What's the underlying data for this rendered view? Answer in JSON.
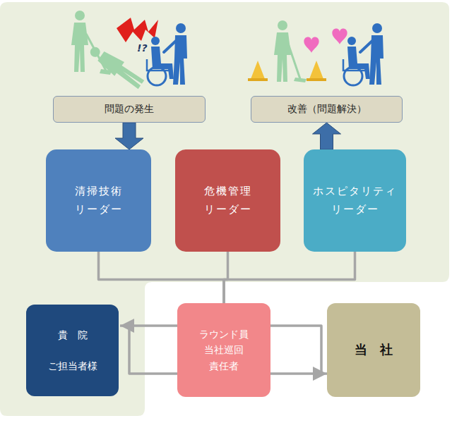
{
  "diagram": {
    "nodes": [
      {
        "text": [
          "問題の発生"
        ]
      },
      {
        "text": [
          "改善（問題解決）"
        ]
      },
      {
        "text": [
          "清掃技術 リーダー"
        ]
      },
      {
        "text": [
          "危機管理 リーダー"
        ]
      },
      {
        "text": [
          "ホスピタリティ リーダー"
        ]
      },
      {
        "text": [
          "貴　院",
          "ご担当者様"
        ]
      },
      {
        "text": [
          "ラウンド員 当社巡回 責任者"
        ]
      },
      {
        "text": [
          "当　社"
        ]
      }
    ],
    "edges": [
      {
        "from": 0,
        "to": 2,
        "arrow": "to"
      },
      {
        "from": 4,
        "to": 1,
        "arrow": "to"
      },
      {
        "from": 2,
        "to": 6,
        "arrow": "none"
      },
      {
        "from": 3,
        "to": 6,
        "arrow": "none"
      },
      {
        "from": 4,
        "to": 6,
        "arrow": "none"
      },
      {
        "from": 6,
        "to": 5,
        "arrow": "to"
      },
      {
        "from": 6,
        "to": 7,
        "arrow": "to"
      }
    ],
    "labels": [
      "!?"
    ]
  }
}
